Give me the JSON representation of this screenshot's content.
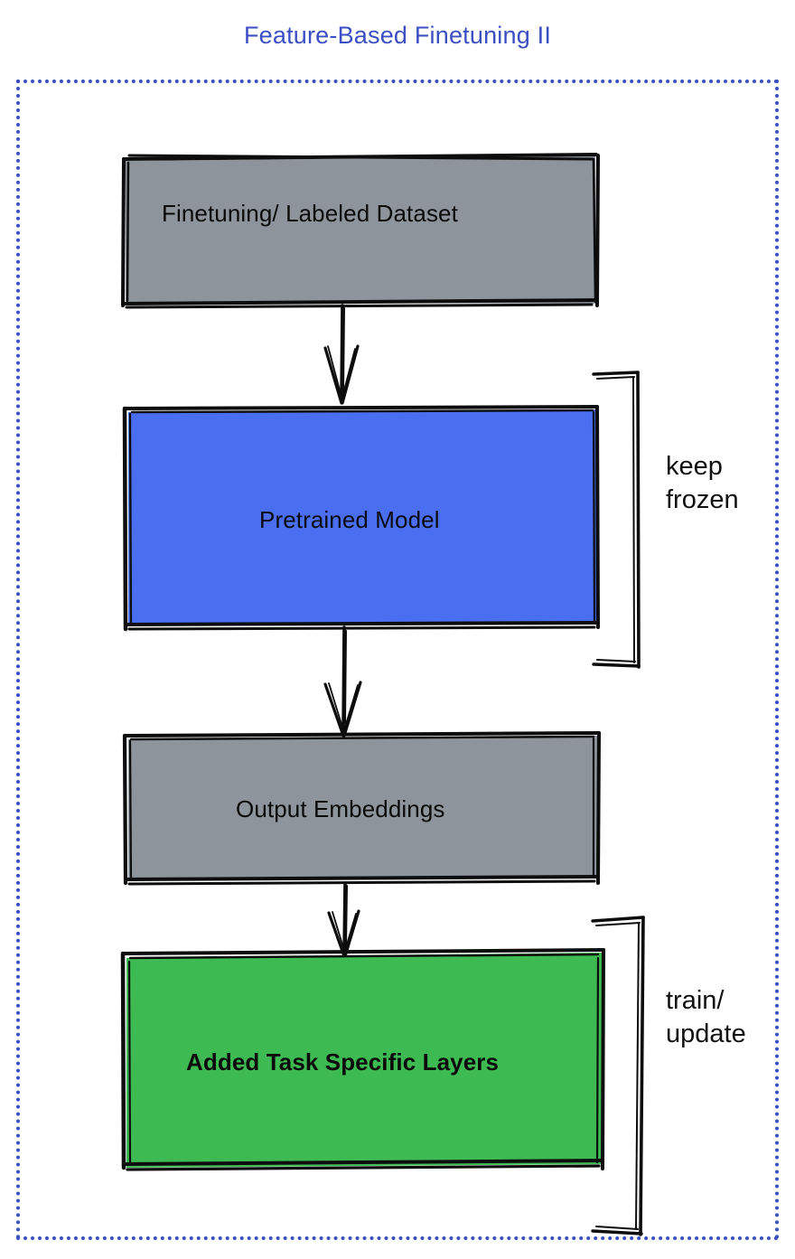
{
  "title": "Feature-Based Finetuning II",
  "colors": {
    "title": "#3b4fc4",
    "frame_border": "#3b4fc4",
    "gray_fill": "#8d949c",
    "blue_fill": "#4a6ef0",
    "green_fill": "#3dba52",
    "stroke": "#0d0d0d",
    "text": "#0a0a0a",
    "background": "#ffffff"
  },
  "nodes": [
    {
      "id": "dataset",
      "label": "Finetuning/ Labeled Dataset",
      "fill": "#8d949c"
    },
    {
      "id": "pretrained-model",
      "label": "Pretrained Model",
      "fill": "#4a6ef0"
    },
    {
      "id": "output-embeddings",
      "label": "Output Embeddings",
      "fill": "#8d949c"
    },
    {
      "id": "task-layers",
      "label": "Added Task Specific Layers",
      "fill": "#3dba52"
    }
  ],
  "annotations": [
    {
      "id": "keep-frozen",
      "text": "keep\nfrozen",
      "targets": "pretrained-model"
    },
    {
      "id": "train-update",
      "text": "train/\nupdate",
      "targets": "task-layers"
    }
  ],
  "edges": [
    {
      "from": "dataset",
      "to": "pretrained-model",
      "style": "arrow-down"
    },
    {
      "from": "pretrained-model",
      "to": "output-embeddings",
      "style": "arrow-down"
    },
    {
      "from": "output-embeddings",
      "to": "task-layers",
      "style": "arrow-down"
    }
  ]
}
